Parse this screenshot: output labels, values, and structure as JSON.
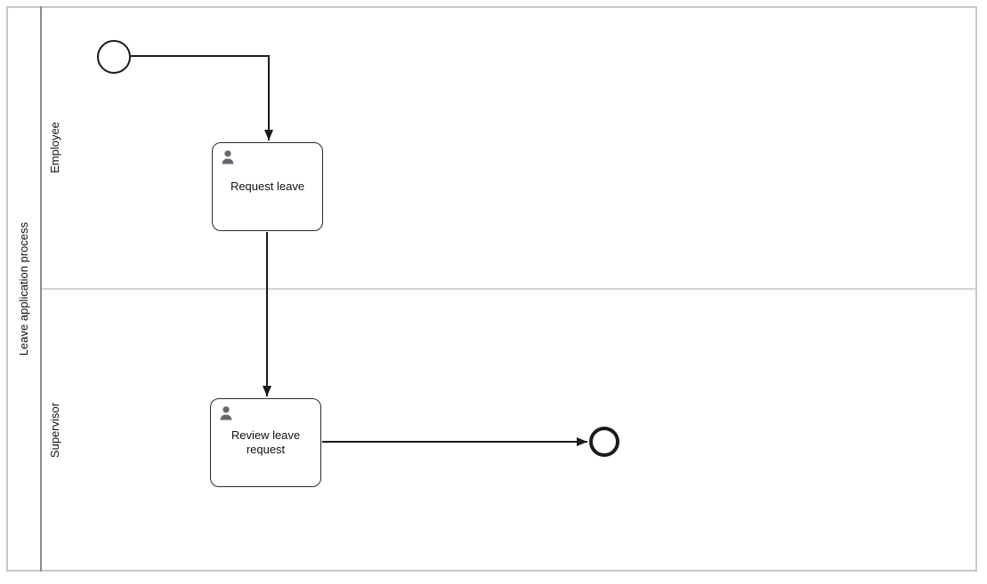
{
  "diagram": {
    "kind": "BPMN process diagram",
    "pool": {
      "label": "Leave application process",
      "lanes": [
        {
          "label": "Employee"
        },
        {
          "label": "Supervisor"
        }
      ]
    },
    "nodes": [
      {
        "id": "start",
        "type": "start-event",
        "label": ""
      },
      {
        "id": "task1",
        "type": "user-task",
        "label": "Request leave",
        "lane": "Employee",
        "icon": "user-icon"
      },
      {
        "id": "task2",
        "type": "user-task",
        "label": "Review leave request",
        "lane": "Supervisor",
        "icon": "user-icon"
      },
      {
        "id": "end",
        "type": "end-event",
        "label": ""
      }
    ],
    "flows": [
      {
        "from": "start",
        "to": "task1"
      },
      {
        "from": "task1",
        "to": "task2"
      },
      {
        "from": "task2",
        "to": "end"
      }
    ],
    "colors": {
      "shape_stroke": "#1a1a1a",
      "task_stroke": "#2b2b2b",
      "pool_border": "#c8c8c8",
      "pool_label_separator": "#8c8c8c",
      "lane_divider": "#d4d4d4",
      "user_icon": "#666670",
      "text": "#111111",
      "background": "#ffffff"
    }
  }
}
